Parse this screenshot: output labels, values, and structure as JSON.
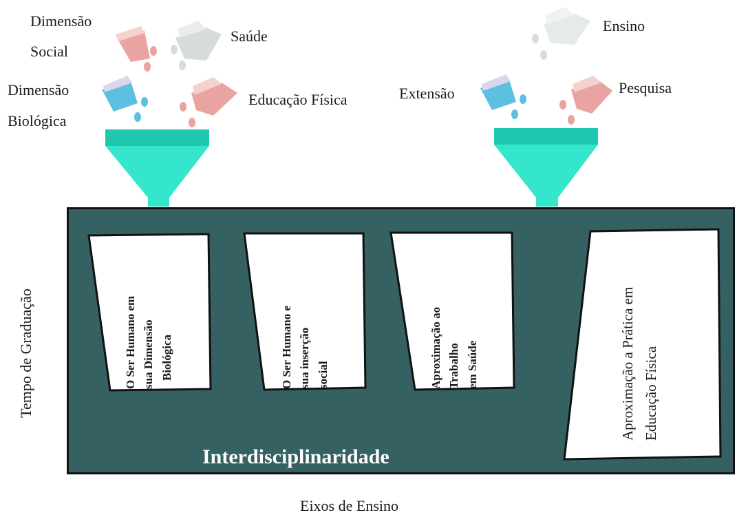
{
  "left_funnel": {
    "inputs": [
      {
        "line1": "Dimensão",
        "line2": "Social"
      },
      {
        "line1": "Saúde"
      },
      {
        "line1": "Dimensão",
        "line2": "Biológica"
      },
      {
        "line1": "Educação Física"
      }
    ]
  },
  "right_funnel": {
    "inputs": [
      {
        "line1": "Ensino"
      },
      {
        "line1": "Extensão"
      },
      {
        "line1": "Pesquisa"
      }
    ]
  },
  "axes": {
    "left": "Tempo de Graduação",
    "bottom": "Eixos de Ensino"
  },
  "main": {
    "label": "Interdisciplinaridade",
    "cards": [
      {
        "lines": [
          "O Ser Humano em",
          "sua Dimensão",
          "Biológica"
        ]
      },
      {
        "lines": [
          "O Ser Humano e",
          "sua inserção",
          "social"
        ]
      },
      {
        "lines": [
          "Aproximação ao",
          "Trabalho",
          "em Saúde"
        ]
      },
      {
        "lines": [
          "Aproximação a Prática em",
          "Educação Física"
        ]
      }
    ]
  },
  "colors": {
    "board": "#366163",
    "funnel": "#33e6cc",
    "funnel_rim": "#1fc7ae",
    "flask_pink": "#e9a3a0",
    "flask_grey": "#d6dcdc",
    "flask_blue": "#5ec0e0",
    "flask_lilac": "#dcd5ec"
  }
}
